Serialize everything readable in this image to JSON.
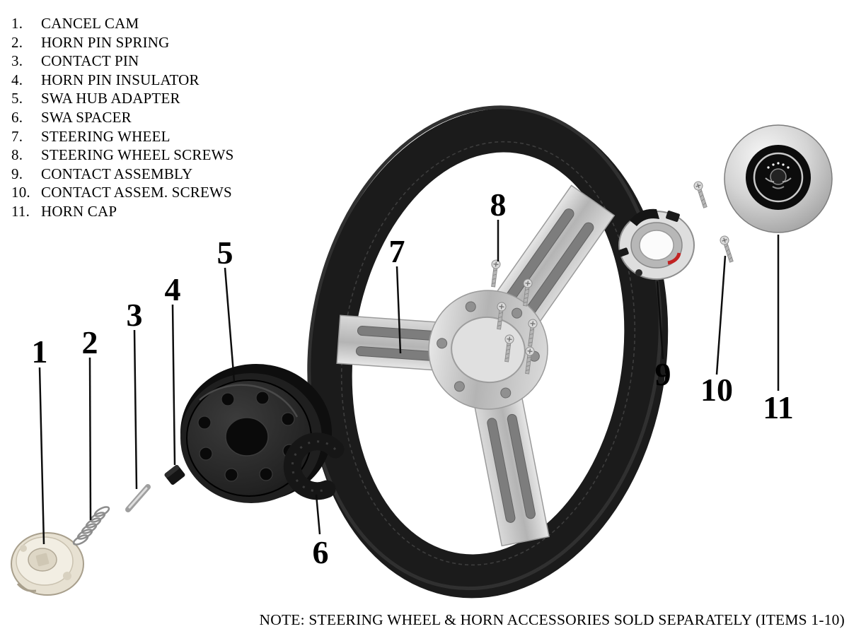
{
  "parts_list": {
    "items": [
      {
        "num": "1.",
        "label": "CANCEL CAM"
      },
      {
        "num": "2.",
        "label": "HORN PIN SPRING"
      },
      {
        "num": "3.",
        "label": "CONTACT PIN"
      },
      {
        "num": "4.",
        "label": "HORN PIN INSULATOR"
      },
      {
        "num": "5.",
        "label": "SWA HUB ADAPTER"
      },
      {
        "num": "6.",
        "label": "SWA SPACER"
      },
      {
        "num": "7.",
        "label": "STEERING WHEEL"
      },
      {
        "num": "8.",
        "label": "STEERING WHEEL SCREWS"
      },
      {
        "num": "9.",
        "label": "CONTACT ASSEMBLY"
      },
      {
        "num": "10.",
        "label": "CONTACT ASSEM. SCREWS"
      },
      {
        "num": "11.",
        "label": "HORN CAP"
      }
    ]
  },
  "callouts": [
    "1",
    "2",
    "3",
    "4",
    "5",
    "6",
    "7",
    "8",
    "9",
    "10",
    "11"
  ],
  "note": "NOTE: STEERING WHEEL & HORN ACCESSORIES SOLD SEPARATELY (ITEMS 1-10)",
  "colors": {
    "background": "#ffffff",
    "text": "#000000",
    "rubber_black": "#1b1b1b",
    "metal_silver": "#c6c6c6"
  }
}
